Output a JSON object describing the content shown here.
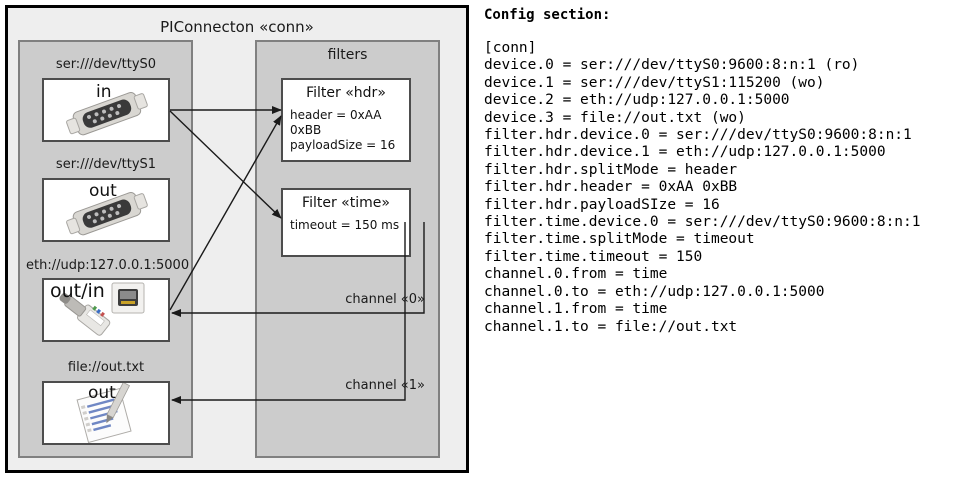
{
  "diagram": {
    "title": "PIConnecton «conn»",
    "devices_group": {
      "title": "",
      "items": [
        {
          "label": "ser:///dev/ttyS0",
          "io": "in",
          "icon": "serial-port-icon"
        },
        {
          "label": "ser:///dev/ttyS1",
          "io": "out",
          "icon": "serial-port-icon"
        },
        {
          "label": "eth://udp:127.0.0.1:5000",
          "io": "out/in",
          "icon": "network-plug-icon"
        },
        {
          "label": "file://out.txt",
          "io": "out",
          "icon": "text-file-icon"
        }
      ]
    },
    "filters_group": {
      "title": "filters",
      "items": [
        {
          "title": "Filter «hdr»",
          "props": [
            "header = 0xAA 0xBB",
            "payloadSize = 16"
          ]
        },
        {
          "title": "Filter «time»",
          "props": [
            "timeout = 150 ms"
          ]
        }
      ]
    },
    "channels": [
      {
        "label": "channel «0»"
      },
      {
        "label": "channel «1»"
      }
    ],
    "colors": {
      "outer_border": "#000000",
      "outer_fill": "#eeeeee",
      "group_fill": "#cccccc",
      "group_border": "#808080",
      "node_fill": "#ffffff",
      "node_border": "#4d4d4d",
      "edge": "#1a1a1a"
    }
  },
  "config": {
    "heading": "Config section:",
    "lines": [
      "[conn]",
      "device.0 = ser:///dev/ttyS0:9600:8:n:1 (ro)",
      "device.1 = ser:///dev/ttyS1:115200 (wo)",
      "device.2 = eth://udp:127.0.0.1:5000",
      "device.3 = file://out.txt (wo)",
      "filter.hdr.device.0 = ser:///dev/ttyS0:9600:8:n:1",
      "filter.hdr.device.1 = eth://udp:127.0.0.1:5000",
      "filter.hdr.splitMode = header",
      "filter.hdr.header = 0xAA 0xBB",
      "filter.hdr.payloadSIze = 16",
      "filter.time.device.0 = ser:///dev/ttyS0:9600:8:n:1",
      "filter.time.splitMode = timeout",
      "filter.time.timeout = 150",
      "channel.0.from = time",
      "channel.0.to = eth://udp:127.0.0.1:5000",
      "channel.1.from = time",
      "channel.1.to = file://out.txt"
    ]
  }
}
